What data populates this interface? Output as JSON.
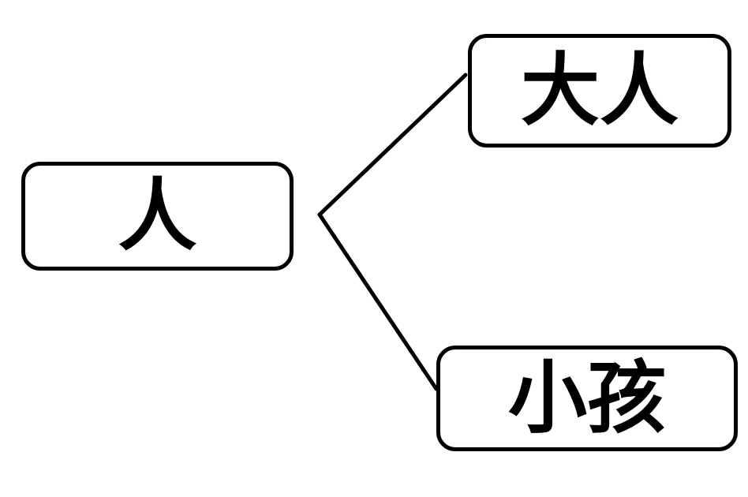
{
  "diagram": {
    "type": "tree",
    "direction": "left-to-right",
    "root": {
      "id": "person",
      "label": "人"
    },
    "children": [
      {
        "id": "adult",
        "label": "大人"
      },
      {
        "id": "child",
        "label": "小孩"
      }
    ],
    "edges": [
      {
        "from": "person",
        "to": "adult"
      },
      {
        "from": "person",
        "to": "child"
      }
    ],
    "colors": {
      "background": "#ffffff",
      "node_fill": "#ffffff",
      "node_border": "#000000",
      "connector": "#000000",
      "text": "#000000"
    }
  }
}
